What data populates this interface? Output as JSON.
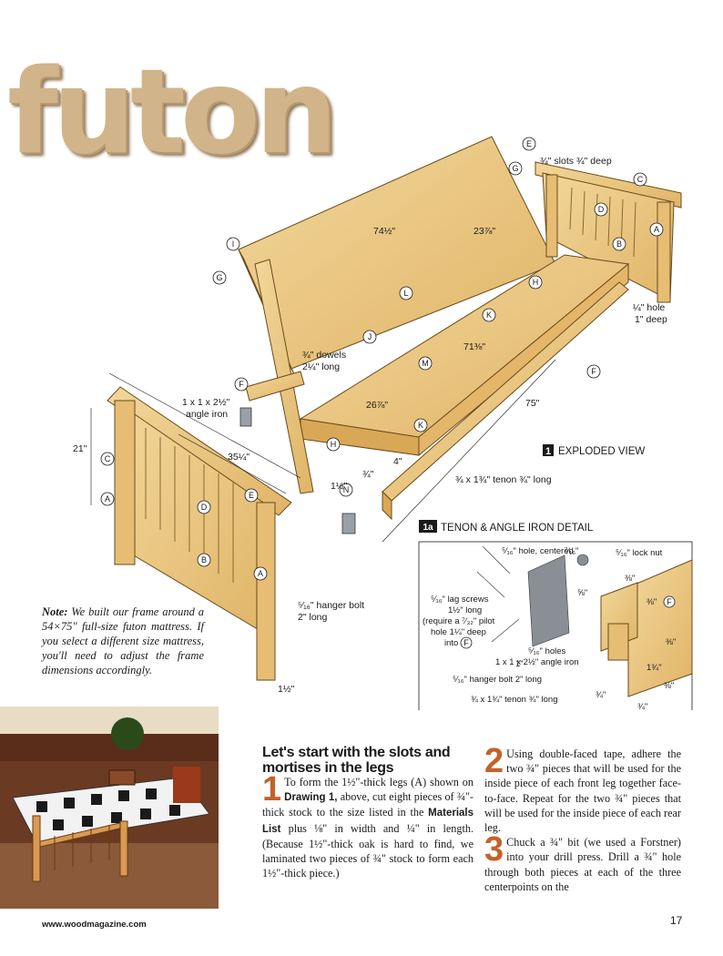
{
  "title": "futon",
  "labels": {
    "slots": "¾\" slots ¾\" deep",
    "dim_7412": "74½\"",
    "dim_2378": "23⅞\"",
    "dim_7138": "71⅜\"",
    "dim_2678": "26⅞\"",
    "dim_75": "75\"",
    "dim_21": "21\"",
    "dim_3514": "35¼\"",
    "dim_112": "1½\"",
    "dim_34": "¾\"",
    "dim_4": "4\"",
    "dim_112_bottom": "1½\"",
    "dowels_1": "¾\" dowels",
    "dowels_2": "2¼\" long",
    "angle_iron_1": "1 x 1 x 2½\"",
    "angle_iron_2": "angle iron",
    "hole_1": "¼\" hole",
    "hole_2": "1\" deep",
    "tenon": "¾ x 1¾\" tenon ¾\" long",
    "hanger_1": "⁵⁄₁₆\" hanger bolt",
    "hanger_2": "2\" long"
  },
  "exploded_view": {
    "number": "1",
    "caption": "EXPLODED VIEW"
  },
  "detail": {
    "number": "1a",
    "caption": "TENON & ANGLE IRON DETAIL",
    "hole_centered": "⁵⁄₁₆\" hole, centered",
    "dim_716": "⁷⁄₁₆\"",
    "lock_nut": "⁵⁄₁₆\" lock nut",
    "lag_1": "⁵⁄₁₆\" lag screws",
    "lag_2": "1½\" long",
    "lag_3": "(require a ⁷⁄₃₂\" pilot",
    "lag_4": "hole 1¼\" deep",
    "lag_5": "into",
    "dim_58": "⅝\"",
    "dim_1": "1\"",
    "holes": "⁵⁄₁₆\" holes",
    "angle_iron": "1 x 1 x 2½\" angle iron",
    "hanger": "⁵⁄₁₆\" hanger bolt 2\" long",
    "tenon": "¾ x 1¾\" tenon ¾\" long",
    "d38a": "⅜\"",
    "d38b": "⅜\"",
    "d38c": "⅜\"",
    "d38d": "⅜\"",
    "d134": "1¾\"",
    "d34a": "¾\"",
    "d34b": "¾\""
  },
  "note": {
    "lead": "Note:",
    "text": " We built our frame around a 54×75\" full-size futon mattress. If you select a different size mattress, you'll need to adjust the frame dimensions accordingly."
  },
  "article": {
    "headline": "Let's start with the slots and mortises in the legs",
    "step1": {
      "num": "1",
      "text_a": "To form the 1½\"-thick legs (A) shown on ",
      "ref1": "Drawing 1,",
      "text_b": " above, cut eight pieces of ¾\"-thick stock to the size listed in the ",
      "ref2": "Materials List",
      "text_c": " plus ⅛\" in width and ¼\" in length. (Because 1½\"-thick oak is hard to find, we laminated two pieces of ¾\" stock to form each 1½\"-thick piece.)"
    },
    "step2": {
      "num": "2",
      "text": "Using double-faced tape, adhere the two ¾\" pieces that will be used for the inside piece of each front leg together face-to-face. Repeat for the two ¾\" pieces that will be used for the inside piece of each rear leg."
    },
    "step3": {
      "num": "3",
      "text": "Chuck a ¾\" bit (we used a Forstner) into your drill press. Drill a ¾\" hole through both pieces at each of the three centerpoints on the"
    }
  },
  "footer": {
    "url": "www.woodmagazine.com",
    "page": "17"
  }
}
